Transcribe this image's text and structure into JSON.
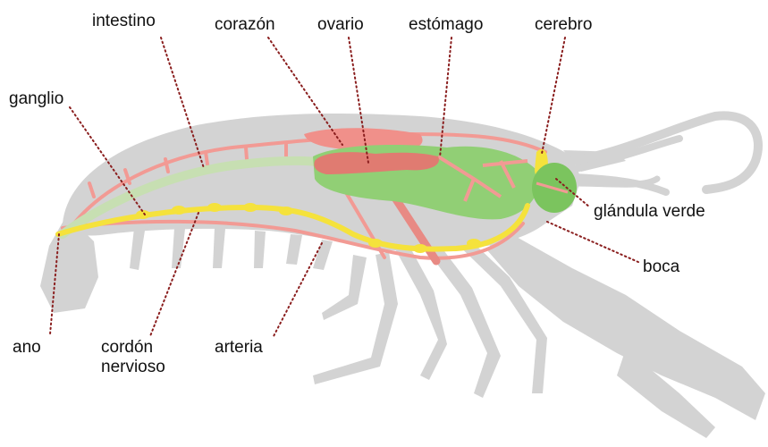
{
  "labels": {
    "intestino": "intestino",
    "corazon": "corazón",
    "ovario": "ovario",
    "estomago": "estómago",
    "cerebro": "cerebro",
    "ganglio": "ganglio",
    "glandula_verde": "glándula verde",
    "boca": "boca",
    "ano": "ano",
    "cordon_1": "cordón",
    "cordon_2": "nervioso",
    "arteria": "arteria"
  },
  "colors": {
    "body": "#d2d2d2",
    "body_shadow": "#c4c4c4",
    "artery": "#f08080",
    "intestine": "#c6dfb0",
    "nerve_cord": "#f5e23c",
    "stomach": "#8fcd72",
    "heart": "#e87a70",
    "leader_line": "#8a1e1e"
  }
}
